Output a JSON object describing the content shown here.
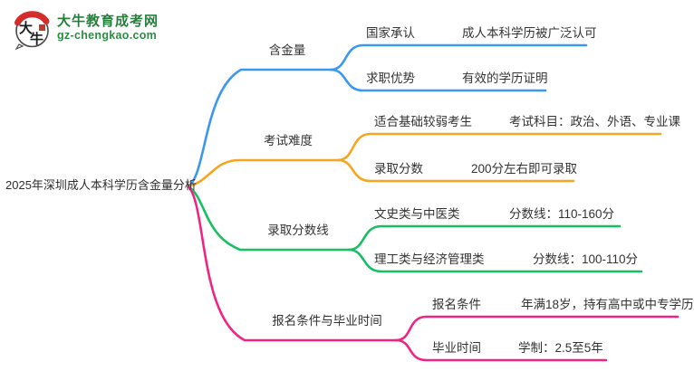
{
  "logo": {
    "site_name": "大牛教育成考网",
    "site_domain": "gz-chengkao.com",
    "mark_char_1": "大",
    "mark_char_2": "牛",
    "brand_green": "#26803C",
    "brand_red": "#D42B2B"
  },
  "mindmap": {
    "root": "2025年深圳成人本科学历含金量分析",
    "text_color": "#333333",
    "branches": [
      {
        "label": "含金量",
        "color": "#3A97F2",
        "children": [
          {
            "label": "国家承认",
            "detail": "成人本科学历被广泛认可"
          },
          {
            "label": "求职优势",
            "detail": "有效的学历证明"
          }
        ]
      },
      {
        "label": "考试难度",
        "color": "#F7A520",
        "children": [
          {
            "label": "适合基础较弱考生",
            "detail": "考试科目：政治、外语、专业课"
          },
          {
            "label": "录取分数",
            "detail": "200分左右即可录取"
          }
        ]
      },
      {
        "label": "录取分数线",
        "color": "#17BF63",
        "children": [
          {
            "label": "文史类与中医类",
            "detail": "分数线：110-160分"
          },
          {
            "label": "理工类与经济管理类",
            "detail": "分数线：100-110分"
          }
        ]
      },
      {
        "label": "报名条件与毕业时间",
        "color": "#F02482",
        "children": [
          {
            "label": "报名条件",
            "detail": "年满18岁，持有高中或中专学历"
          },
          {
            "label": "毕业时间",
            "detail": "学制：2.5至5年"
          }
        ]
      }
    ]
  }
}
